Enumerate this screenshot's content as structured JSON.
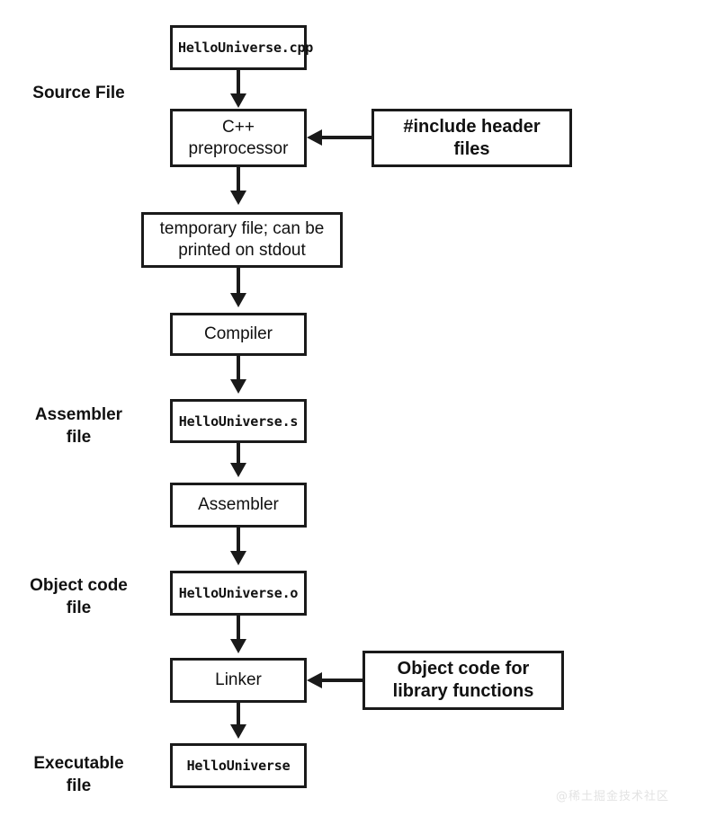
{
  "diagram": {
    "title": "C++ compilation pipeline",
    "background": "#ffffff",
    "stroke_color": "#1a1a1a",
    "text_color": "#111111"
  },
  "stage_labels": [
    {
      "id": "source-file",
      "text": "Source File"
    },
    {
      "id": "assembler-file",
      "text": "Assembler\nfile"
    },
    {
      "id": "object-code-file",
      "text": "Object code\nfile"
    },
    {
      "id": "executable-file",
      "text": "Executable\nfile"
    }
  ],
  "nodes": [
    {
      "id": "hellouniverse-cpp",
      "text": "HelloUniverse.cpp",
      "style": "mono"
    },
    {
      "id": "cpp-preprocessor",
      "text": "C++\npreprocessor",
      "style": "plain"
    },
    {
      "id": "include-header-files",
      "text": "#include header\nfiles",
      "style": "strong"
    },
    {
      "id": "temporary-file",
      "text": "temporary file; can be\nprinted on stdout",
      "style": "plain"
    },
    {
      "id": "compiler",
      "text": "Compiler",
      "style": "plain"
    },
    {
      "id": "hellouniverse-s",
      "text": "HelloUniverse.s",
      "style": "mono"
    },
    {
      "id": "assembler",
      "text": "Assembler",
      "style": "plain"
    },
    {
      "id": "hellouniverse-o",
      "text": "HelloUniverse.o",
      "style": "mono"
    },
    {
      "id": "linker",
      "text": "Linker",
      "style": "plain"
    },
    {
      "id": "object-code-for-library-functions",
      "text": "Object code for\nlibrary functions",
      "style": "strong"
    },
    {
      "id": "hellouniverse",
      "text": "HelloUniverse",
      "style": "mono"
    }
  ],
  "edges": [
    {
      "from": "hellouniverse-cpp",
      "to": "cpp-preprocessor",
      "direction": "down"
    },
    {
      "from": "include-header-files",
      "to": "cpp-preprocessor",
      "direction": "left"
    },
    {
      "from": "cpp-preprocessor",
      "to": "temporary-file",
      "direction": "down"
    },
    {
      "from": "temporary-file",
      "to": "compiler",
      "direction": "down"
    },
    {
      "from": "compiler",
      "to": "hellouniverse-s",
      "direction": "down"
    },
    {
      "from": "hellouniverse-s",
      "to": "assembler",
      "direction": "down"
    },
    {
      "from": "assembler",
      "to": "hellouniverse-o",
      "direction": "down"
    },
    {
      "from": "hellouniverse-o",
      "to": "linker",
      "direction": "down"
    },
    {
      "from": "object-code-for-library-functions",
      "to": "linker",
      "direction": "left"
    },
    {
      "from": "linker",
      "to": "hellouniverse",
      "direction": "down"
    }
  ],
  "watermark": {
    "text": "@稀土掘金技术社区"
  }
}
